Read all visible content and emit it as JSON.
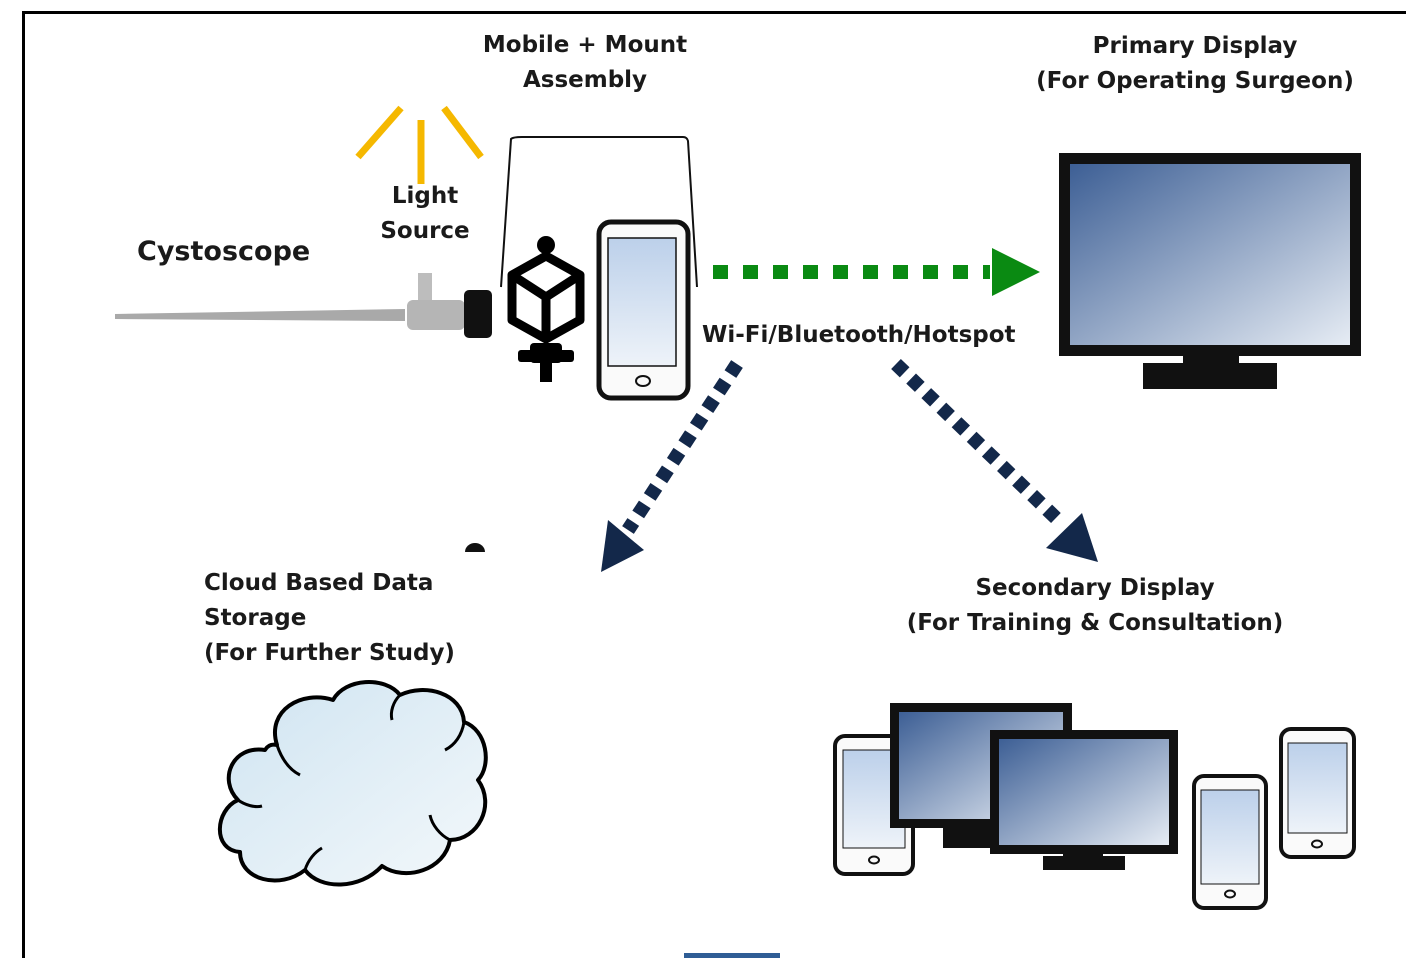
{
  "labels": {
    "cystoscope": "Cystoscope",
    "light_source": [
      "Light",
      "Source"
    ],
    "mount_assembly": [
      "Mobile + Mount",
      "Assembly"
    ],
    "primary_display": [
      "Primary Display",
      "(For Operating Surgeon)"
    ],
    "connectivity": "Wi-Fi/Bluetooth/Hotspot",
    "cloud_storage": [
      "Cloud Based Data",
      "Storage",
      "(For Further Study)"
    ],
    "secondary_display": [
      "Secondary Display",
      "(For Training & Consultation)"
    ]
  },
  "colors": {
    "light_rays": "#f5b800",
    "link_primary": "#0a8a12",
    "link_secondary": "#13284a",
    "screen_dark": "#3d5f95",
    "screen_light": "#e6ecf4",
    "cloud_fill": "#dcecf6",
    "scope": "#a9a9a9"
  },
  "icons": {
    "light": "light-rays-icon",
    "scope": "cystoscope-icon",
    "mount": "phone-mount-icon",
    "phone": "smartphone-icon",
    "monitor": "monitor-icon",
    "cloud": "cloud-icon"
  }
}
